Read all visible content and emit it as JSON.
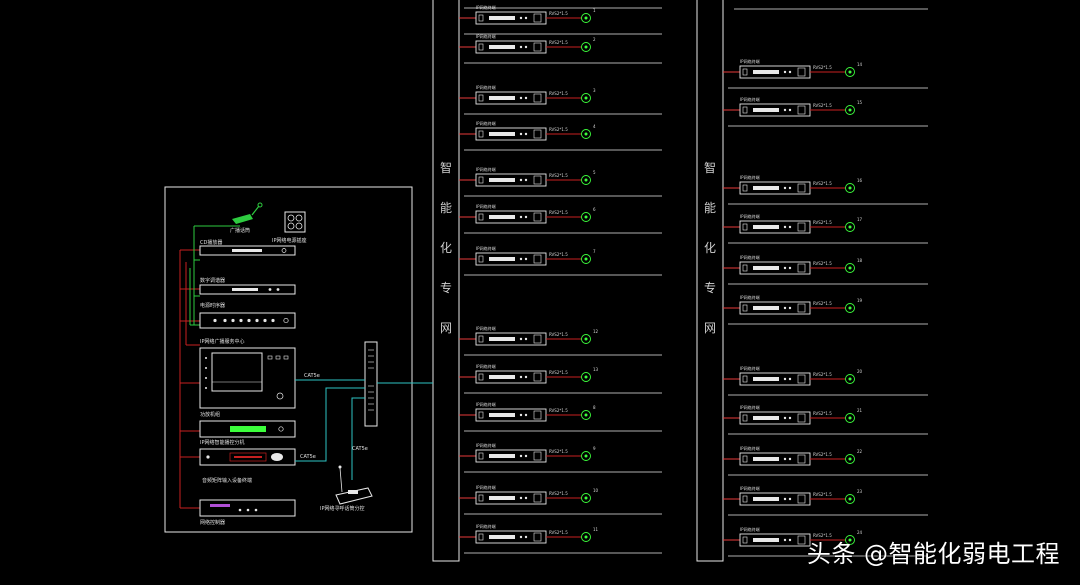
{
  "bus_left": {
    "chars": [
      "智",
      "能",
      "化",
      "专",
      "网"
    ]
  },
  "bus_right": {
    "chars": [
      "智",
      "能",
      "化",
      "专",
      "网"
    ]
  },
  "watermark": "头条 @智能化弱电工程",
  "control_room": {
    "equipment": [
      {
        "label": "广播话筒"
      },
      {
        "label": "IP网络电源插座"
      },
      {
        "label": "CD播放器"
      },
      {
        "label": "数字调谐器"
      },
      {
        "label": "电源时序器"
      },
      {
        "label": "IP网络广播服务中心"
      },
      {
        "label": "功放机组"
      },
      {
        "label": "IP网络智能播控分机"
      },
      {
        "label": "音频矩阵输入设备终端"
      },
      {
        "label": "网络控制器"
      },
      {
        "label": "IP网络寻呼话筒分控"
      }
    ],
    "cables": [
      {
        "label": "CAT5e"
      },
      {
        "label": "CAT5e"
      },
      {
        "label": "CAT5e"
      }
    ]
  },
  "left_terminals": [
    {
      "label": "IP网络终端",
      "cable": "RVS2*1.5",
      "num": "1"
    },
    {
      "label": "IP网络终端",
      "cable": "RVS2*1.5",
      "num": "2"
    },
    {
      "label": "IP网络终端",
      "cable": "RVS2*1.5",
      "num": "3"
    },
    {
      "label": "IP网络终端",
      "cable": "RVS2*1.5",
      "num": "4"
    },
    {
      "label": "IP网络终端",
      "cable": "RVS2*1.5",
      "num": "5"
    },
    {
      "label": "IP网络终端",
      "cable": "RVS2*1.5",
      "num": "6"
    },
    {
      "label": "IP网络终端",
      "cable": "RVS2*1.5",
      "num": "7"
    },
    {
      "label": "IP网络终端",
      "cable": "RVS2*1.5",
      "num": "12"
    },
    {
      "label": "IP网络终端",
      "cable": "RVS2*1.5",
      "num": "13"
    },
    {
      "label": "IP网络终端",
      "cable": "RVS2*1.5",
      "num": "8"
    },
    {
      "label": "IP网络终端",
      "cable": "RVS2*1.5",
      "num": "9"
    },
    {
      "label": "IP网络终端",
      "cable": "RVS2*1.5",
      "num": "10"
    },
    {
      "label": "IP网络终端",
      "cable": "RVS2*1.5",
      "num": "11"
    }
  ],
  "right_terminals": [
    {
      "label": "IP网络终端",
      "cable": "RVS2*1.5",
      "num": "14"
    },
    {
      "label": "IP网络终端",
      "cable": "RVS2*1.5",
      "num": "15"
    },
    {
      "label": "IP网络终端",
      "cable": "RVS2*1.5",
      "num": "16"
    },
    {
      "label": "IP网络终端",
      "cable": "RVS2*1.5",
      "num": "17"
    },
    {
      "label": "IP网络终端",
      "cable": "RVS2*1.5",
      "num": "18"
    },
    {
      "label": "IP网络终端",
      "cable": "RVS2*1.5",
      "num": "19"
    },
    {
      "label": "IP网络终端",
      "cable": "RVS2*1.5",
      "num": "20"
    },
    {
      "label": "IP网络终端",
      "cable": "RVS2*1.5",
      "num": "21"
    },
    {
      "label": "IP网络终端",
      "cable": "RVS2*1.5",
      "num": "22"
    },
    {
      "label": "IP网络终端",
      "cable": "RVS2*1.5",
      "num": "23"
    },
    {
      "label": "IP网络终端",
      "cable": "RVS2*1.5",
      "num": "24"
    }
  ],
  "colors": {
    "background": "#000000",
    "frame": "#e8e8e8",
    "link": "#2ec4c4",
    "audio": "#c72020",
    "tap": "#e83a3a",
    "green": "#2ecc40",
    "speaker": "#3cff3c"
  }
}
